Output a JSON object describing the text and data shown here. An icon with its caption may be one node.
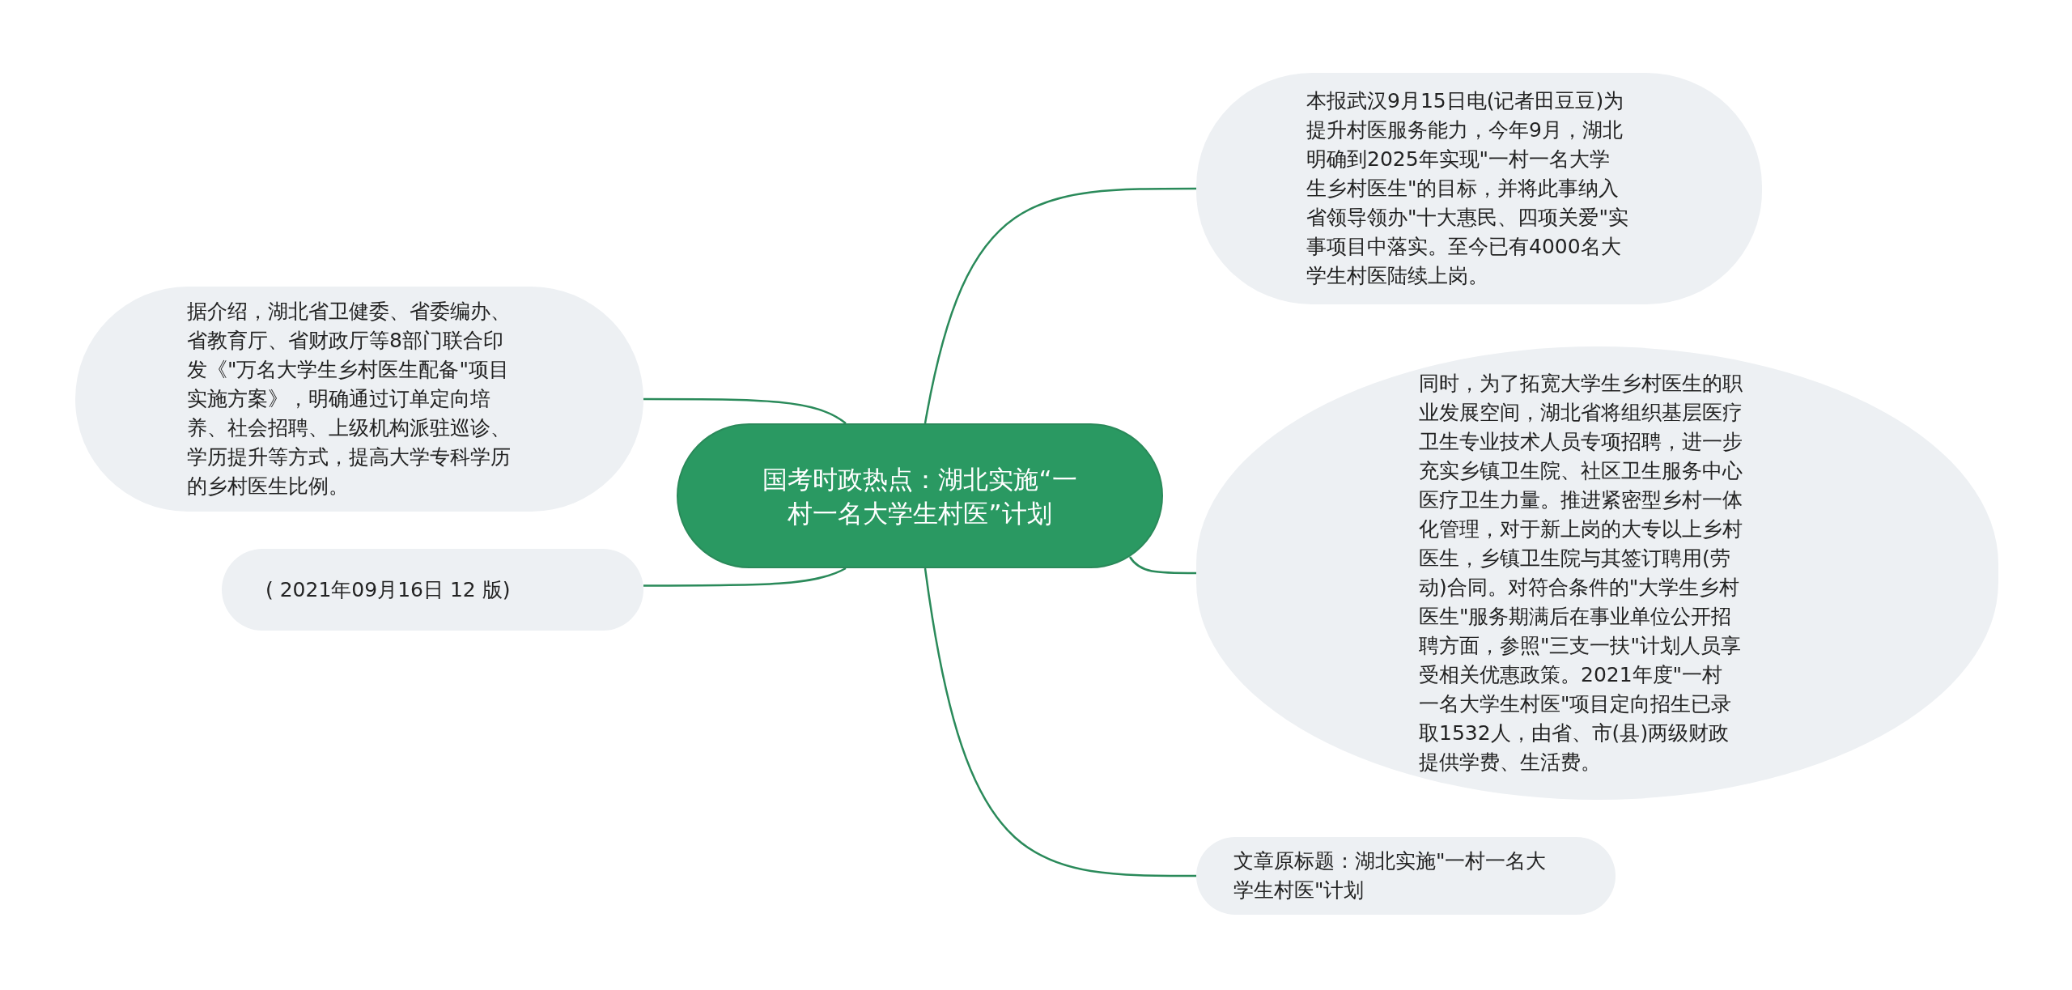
{
  "diagram": {
    "nodes": [
      {
        "text": [
          "国考时政热点：湖北实施“一村一名大学生村医”计划"
        ]
      },
      {
        "text": [
          "据介绍，湖北省卫健委、省委编办、省教育厅、省财政厅等8部门联合印发《\"万名大学生乡村医生配备\"项目实施方案》，明确通过订单定向培养、社会招聘、上级机构派驻巡诊、学历提升等方式，提高大学专科学历的乡村医生比例。"
        ]
      },
      {
        "text": [
          "( 2021年09月16日 12 版)"
        ]
      },
      {
        "text": [
          "本报武汉9月15日电(记者田豆豆)为提升村医服务能力，今年9月，湖北明确到2025年实现\"一村一名大学生乡村医生\"的目标，并将此事纳入省领导领办\"十大惠民、四项关爱\"实事项目中落实。至今已有4000名大学生村医陆续上岗。"
        ]
      },
      {
        "text": [
          "同时，为了拓宽大学生乡村医生的职业发展空间，湖北省将组织基层医疗卫生专业技术人员专项招聘，进一步充实乡镇卫生院、社区卫生服务中心医疗卫生力量。推进紧密型乡村一体化管理，对于新上岗的大专以上乡村医生，乡镇卫生院与其签订聘用(劳动)合同。对符合条件的\"大学生乡村医生\"服务期满后在事业单位公开招聘方面，参照\"三支一扶\"计划人员享受相关优惠政策。2021年度\"一村一名大学生村医\"项目定向招生已录取1532人，由省、市(县)两级财政提供学费、生活费。"
        ]
      },
      {
        "text": [
          "文章原标题：湖北实施\"一村一名大学生村医\"计划"
        ]
      }
    ],
    "edges": [
      {
        "from": 0,
        "to": 1,
        "arrow": "none"
      },
      {
        "from": 0,
        "to": 2,
        "arrow": "none"
      },
      {
        "from": 0,
        "to": 3,
        "arrow": "none"
      },
      {
        "from": 0,
        "to": 4,
        "arrow": "none"
      },
      {
        "from": 0,
        "to": 5,
        "arrow": "none"
      }
    ]
  }
}
